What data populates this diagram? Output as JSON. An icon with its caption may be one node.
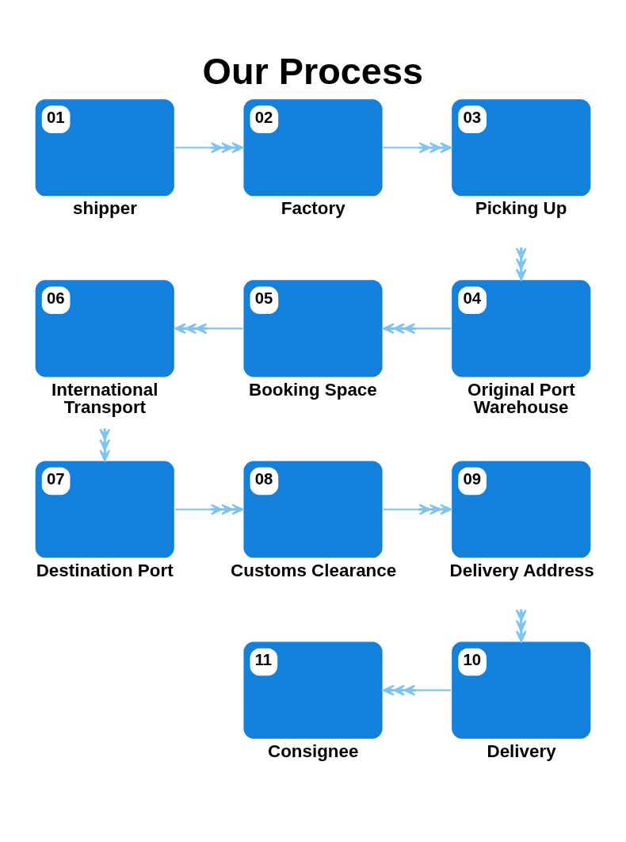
{
  "diagram": {
    "title": "Our Process",
    "nodes": [
      {
        "text": [
          "01",
          "shipper"
        ]
      },
      {
        "text": [
          "02",
          "Factory"
        ]
      },
      {
        "text": [
          "03",
          "Picking Up"
        ]
      },
      {
        "text": [
          "04",
          "Original Port Warehouse"
        ]
      },
      {
        "text": [
          "05",
          "Booking Space"
        ]
      },
      {
        "text": [
          "06",
          "International Transport"
        ]
      },
      {
        "text": [
          "07",
          "Destination Port"
        ]
      },
      {
        "text": [
          "08",
          "Customs Clearance"
        ]
      },
      {
        "text": [
          "09",
          "Delivery Address"
        ]
      },
      {
        "text": [
          "10",
          "Delivery"
        ]
      },
      {
        "text": [
          "11",
          "Consignee"
        ]
      }
    ],
    "edges": [
      {
        "from": 0,
        "to": 1,
        "arrow": "to"
      },
      {
        "from": 1,
        "to": 2,
        "arrow": "to"
      },
      {
        "from": 2,
        "to": 3,
        "arrow": "to"
      },
      {
        "from": 3,
        "to": 4,
        "arrow": "to"
      },
      {
        "from": 4,
        "to": 5,
        "arrow": "to"
      },
      {
        "from": 5,
        "to": 6,
        "arrow": "to"
      },
      {
        "from": 6,
        "to": 7,
        "arrow": "to"
      },
      {
        "from": 7,
        "to": 8,
        "arrow": "to"
      },
      {
        "from": 8,
        "to": 9,
        "arrow": "to"
      },
      {
        "from": 9,
        "to": 10,
        "arrow": "to"
      }
    ]
  }
}
